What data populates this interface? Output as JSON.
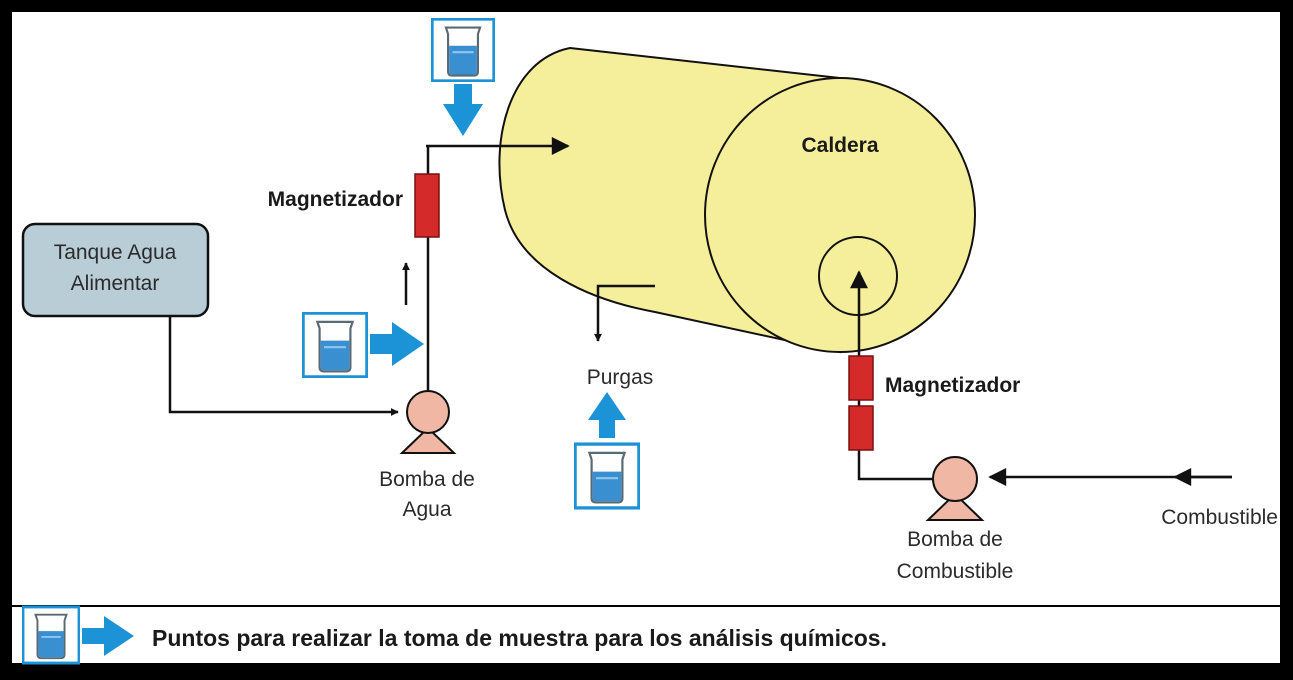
{
  "labels": {
    "caldera": "Caldera",
    "tanque_line1": "Tanque Agua",
    "tanque_line2": "Alimentar",
    "magnetizador_agua": "Magnetizador",
    "magnetizador_combustible": "Magnetizador",
    "purgas": "Purgas",
    "bomba_agua_line1": "Bomba de",
    "bomba_agua_line2": "Agua",
    "bomba_comb_line1": "Bomba de",
    "bomba_comb_line2": "Combustible",
    "combustible": "Combustible"
  },
  "legend": {
    "text": "Puntos para realizar la toma de muestra para los análisis químicos."
  },
  "colors": {
    "boiler_fill": "#f5ef9c",
    "tank_fill": "#b8cdd6",
    "magnetizer": "#d42a2a",
    "pump": "#efb7a4",
    "sample_arrow": "#1c93d6",
    "beaker_liquid": "#3a8fd0"
  },
  "icons": {
    "sample_point": "beaker-icon",
    "sample_direction": "arrow-icon"
  }
}
